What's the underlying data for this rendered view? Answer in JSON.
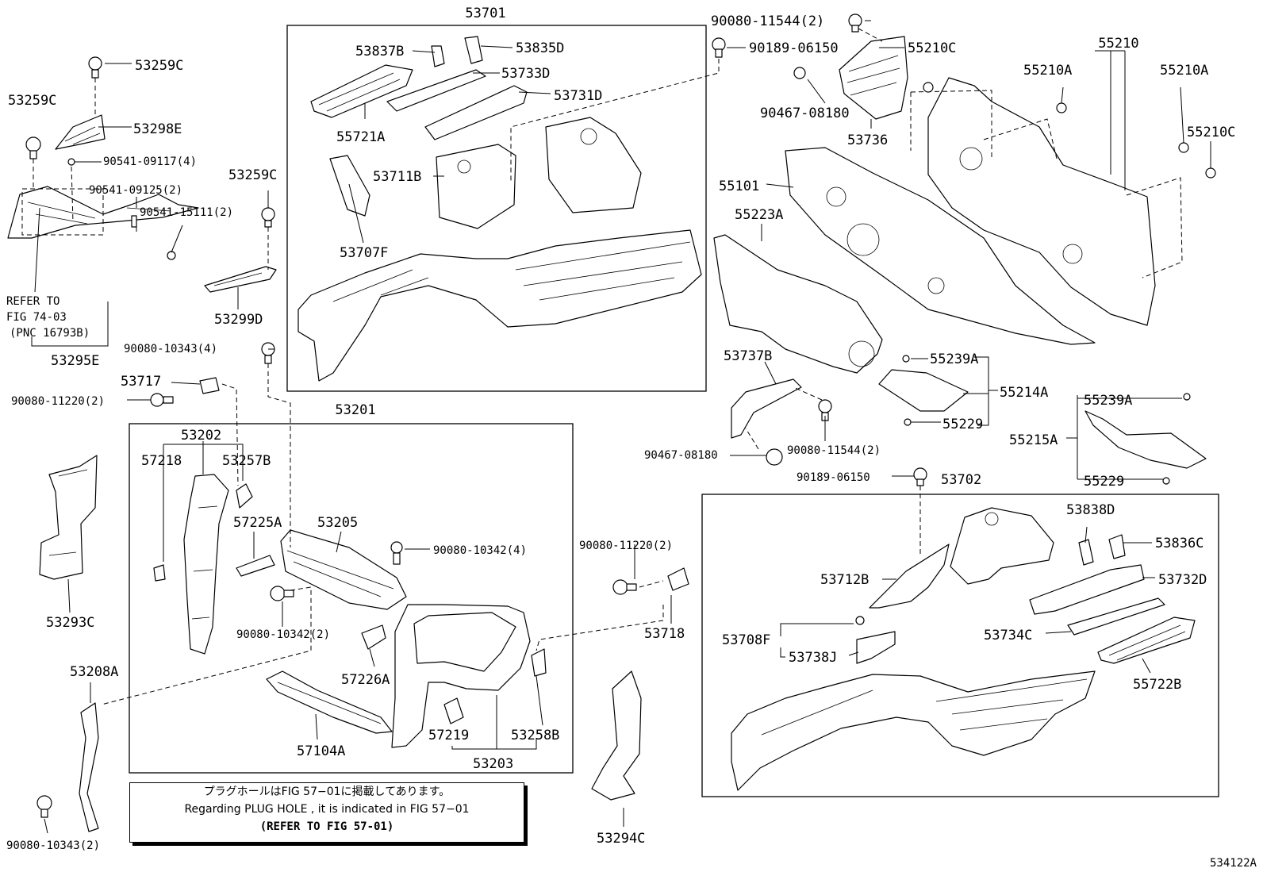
{
  "labels": {
    "l53701": "53701",
    "l53837B": "53837B",
    "l53835D": "53835D",
    "l53733D": "53733D",
    "l53731D": "53731D",
    "l55721A": "55721A",
    "l53711B": "53711B",
    "l53707F": "53707F",
    "l90080_11544_top": "90080-11544(2)",
    "l90189_06150_top": "90189-06150",
    "l55210C_top": "55210C",
    "l90467_08180_top": "90467-08180",
    "l53736": "53736",
    "l55210": "55210",
    "l55210A_left": "55210A",
    "l55210A_right": "55210A",
    "l55210C_right": "55210C",
    "l55101": "55101",
    "l55223A": "55223A",
    "l53259C_top": "53259C",
    "l53259C_left": "53259C",
    "l53298E": "53298E",
    "l90541_09117": "90541-09117(4)",
    "l90541_09125": "90541-09125(2)",
    "l90541_15111": "90541-15111(2)",
    "l53259C_mid": "53259C",
    "l_refer_to": "REFER TO",
    "l_fig_74_03": "FIG 74-03",
    "l_pnc": "(PNC 16793B)",
    "l53299D": "53299D",
    "l53295E": "53295E",
    "l90080_10343_top": "90080-10343(4)",
    "l53717": "53717",
    "l90080_11220_left": "90080-11220(2)",
    "l53201": "53201",
    "l53202": "53202",
    "l57218": "57218",
    "l53257B": "53257B",
    "l57225A": "57225A",
    "l53205": "53205",
    "l90080_10342_right": "90080-10342(4)",
    "l90080_10342_left": "90080-10342(2)",
    "l57226A": "57226A",
    "l57219": "57219",
    "l53258B": "53258B",
    "l53203": "53203",
    "l57104A": "57104A",
    "l53293C": "53293C",
    "l53208A": "53208A",
    "l90080_10343_bottom": "90080-10343(2)",
    "l90080_11220_mid": "90080-11220(2)",
    "l53718": "53718",
    "l53294C": "53294C",
    "l53737B": "53737B",
    "l55239A_top": "55239A",
    "l55214A": "55214A",
    "l55229_top": "55229",
    "l90467_08180_mid": "90467-08180",
    "l90080_11544_mid": "90080-11544(2)",
    "l55239A_right": "55239A",
    "l55215A": "55215A",
    "l55229_right": "55229",
    "l90189_06150_mid": "90189-06150",
    "l53702": "53702",
    "l53838D": "53838D",
    "l53836C": "53836C",
    "l53712B": "53712B",
    "l53732D": "53732D",
    "l53734C": "53734C",
    "l53708F": "53708F",
    "l53738J": "53738J",
    "l55722B": "55722B",
    "l534122A": "534122A"
  },
  "note": {
    "line1": "プラグホールはFIG 57−01に掲載してあります。",
    "line2": "Regarding PLUG HOLE , it is indicated in FIG 57−01",
    "line3": "(REFER TO FIG 57-01)"
  }
}
